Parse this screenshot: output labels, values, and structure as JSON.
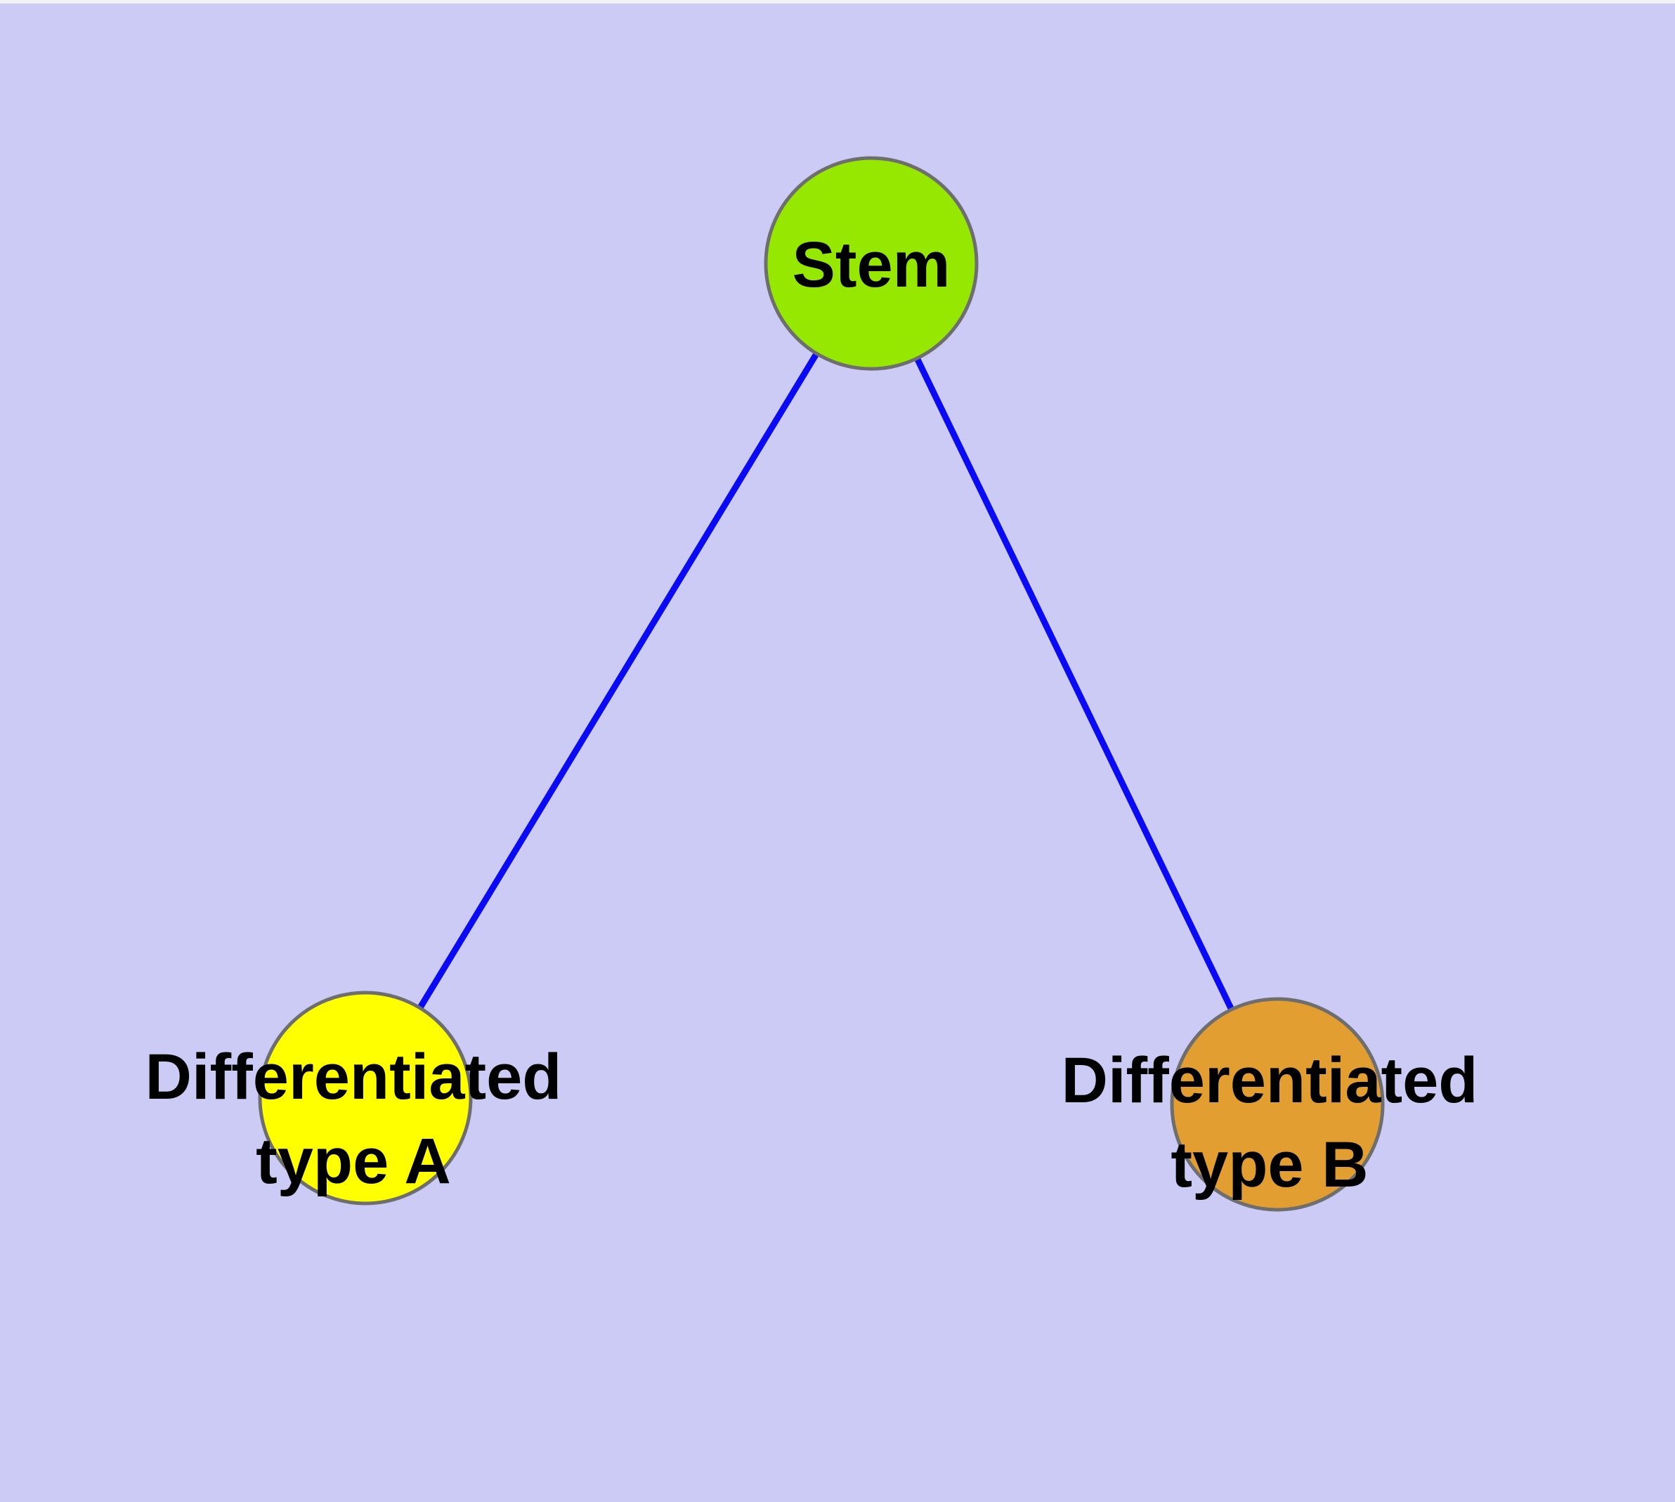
{
  "diagram": {
    "background_color": "#CBCBF5",
    "top_edge_strip_color": "#F2F2F7",
    "edge_color": "#0A0AF5",
    "node_border_color": "#6E6E6E",
    "label_color": "#000000",
    "nodes": [
      {
        "id": "stem",
        "label": "Stem",
        "lines": [
          "Stem"
        ],
        "fill": "#96E800"
      },
      {
        "id": "differentiated-type-a",
        "label": "Differentiated type A",
        "lines": [
          "Differentiated",
          "type A"
        ],
        "fill": "#FFFF00"
      },
      {
        "id": "differentiated-type-b",
        "label": "Differentiated type B",
        "lines": [
          "Differentiated",
          "type B"
        ],
        "fill": "#E29E30"
      }
    ],
    "edges": [
      {
        "from": "Stem",
        "to": "Differentiated type A"
      },
      {
        "from": "Stem",
        "to": "Differentiated type B"
      }
    ]
  }
}
